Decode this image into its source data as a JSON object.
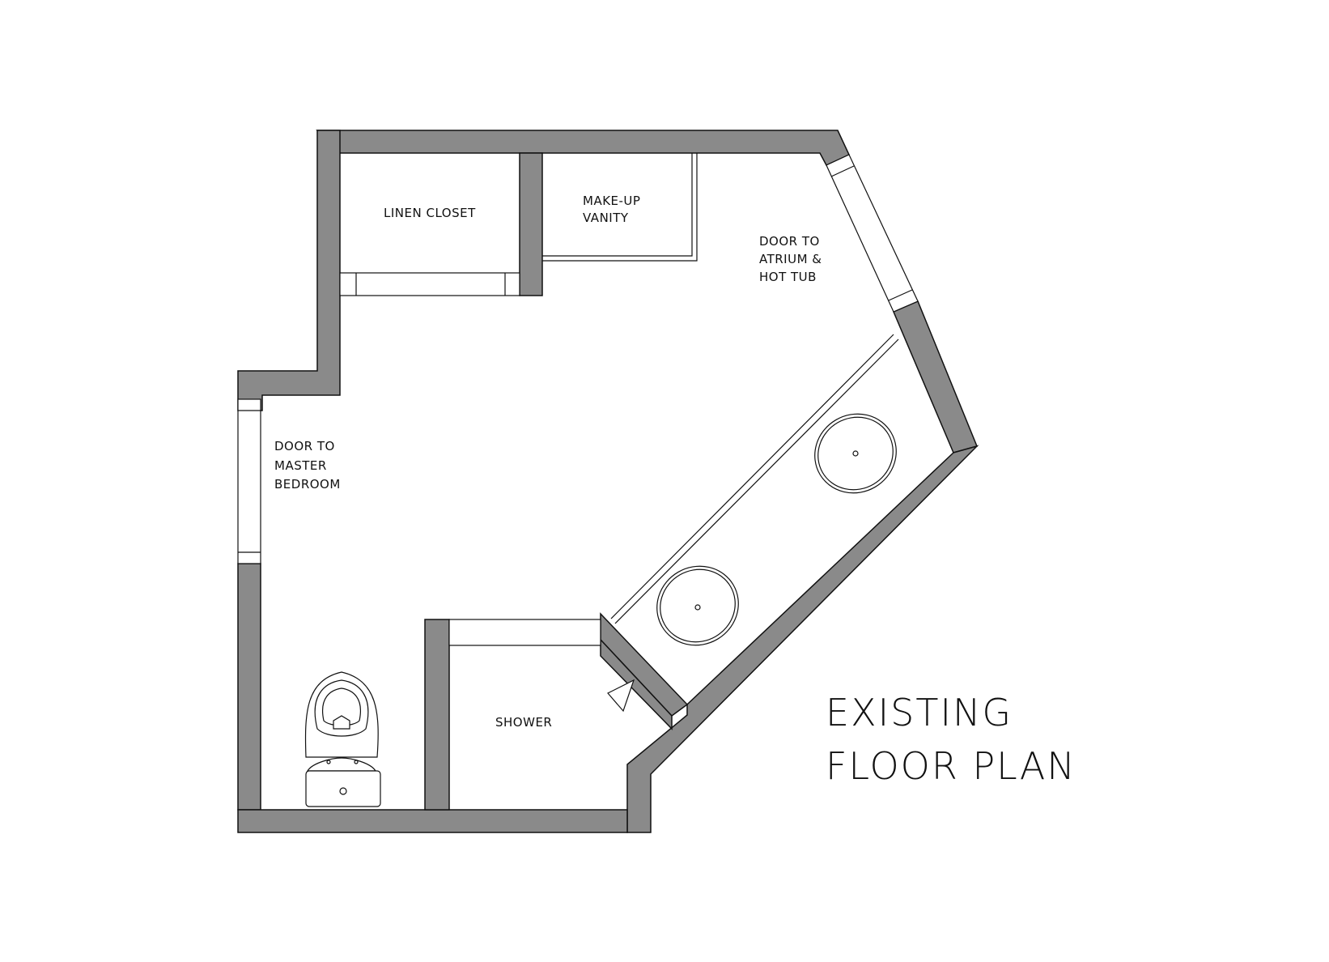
{
  "title": {
    "line1": "EXISTING",
    "line2": "FLOOR PLAN"
  },
  "rooms": {
    "linen_closet": "LINEN CLOSET",
    "makeup_vanity_1": "MAKE-UP",
    "makeup_vanity_2": "VANITY",
    "door_atrium_1": "DOOR TO",
    "door_atrium_2": "ATRIUM &",
    "door_atrium_3": "HOT TUB",
    "door_bedroom_1": "DOOR TO",
    "door_bedroom_2": "MASTER",
    "door_bedroom_3": "BEDROOM",
    "shower": "SHOWER"
  },
  "colors": {
    "wall": "#8a8a8a",
    "line": "#111111",
    "background": "#ffffff"
  }
}
